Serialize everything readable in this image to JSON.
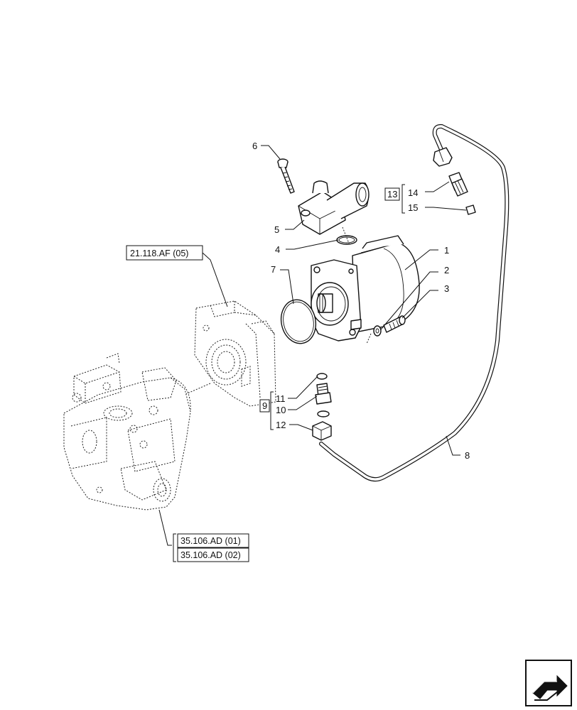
{
  "callouts": {
    "c1": "1",
    "c2": "2",
    "c3": "3",
    "c4": "4",
    "c5": "5",
    "c6": "6",
    "c7": "7",
    "c8": "8",
    "c9": "9",
    "c10": "10",
    "c11": "11",
    "c12": "12",
    "c13": "13",
    "c14": "14",
    "c15": "15"
  },
  "references": {
    "ref_2118": "21.118.AF (05)",
    "ref_35106_01": "35.106.AD (01)",
    "ref_35106_02": "35.106.AD (02)"
  },
  "icons": {
    "nav": "next-page-arrow-icon"
  }
}
